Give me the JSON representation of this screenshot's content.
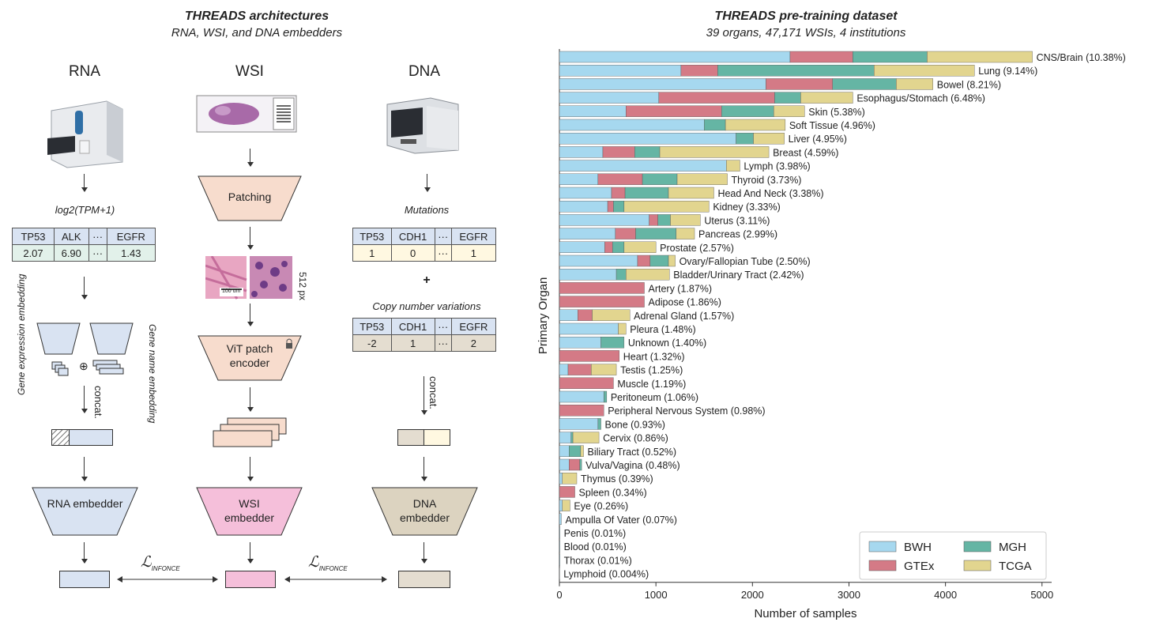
{
  "left": {
    "title": "THREADS architectures",
    "subtitle": "RNA, WSI, and DNA embedders",
    "rna": {
      "header": "RNA",
      "transform_label": "log2(TPM+1)",
      "table_headers": [
        "TP53",
        "ALK",
        "···",
        "EGFR"
      ],
      "table_values": [
        "2.07",
        "6.90",
        "···",
        "1.43"
      ],
      "gene_expr_label": "Gene expression embedding",
      "gene_name_label": "Gene name embedding",
      "plus_symbol": "⊕",
      "concat_label": "concat.",
      "embedder_label": "RNA embedder"
    },
    "wsi": {
      "header": "WSI",
      "patching_label": "Patching",
      "scale_label": "100 um",
      "px_label": "512 px",
      "encoder_label": "ViT patch encoder",
      "embedder_label": "WSI embedder"
    },
    "dna": {
      "header": "DNA",
      "mutations_label": "Mutations",
      "mut_headers": [
        "TP53",
        "CDH1",
        "···",
        "EGFR"
      ],
      "mut_values": [
        "1",
        "0",
        "···",
        "1"
      ],
      "plus": "+",
      "cnv_label": "Copy number variations",
      "cnv_headers": [
        "TP53",
        "CDH1",
        "···",
        "EGFR"
      ],
      "cnv_values": [
        "-2",
        "1",
        "···",
        "2"
      ],
      "concat_label": "concat.",
      "embedder_label": "DNA embedder"
    },
    "loss_label": "ℒ",
    "loss_sub": "INFONCE"
  },
  "chart_data": {
    "type": "bar",
    "orientation": "horizontal",
    "stacked": true,
    "title": "THREADS pre-training dataset",
    "subtitle": "39 organs, 47,171 WSIs, 4 institutions",
    "xlabel": "Number of samples",
    "ylabel": "Primary Organ",
    "xlim": [
      0,
      5100
    ],
    "xticks": [
      0,
      1000,
      2000,
      3000,
      4000,
      5000
    ],
    "legend_position": "bottom-right",
    "colors": {
      "BWH": "#a6d8ef",
      "GTEx": "#d47a86",
      "MGH": "#65b5a4",
      "TCGA": "#e2d58f"
    },
    "legend_order": [
      "BWH",
      "MGH",
      "GTEx",
      "TCGA"
    ],
    "categories": [
      "CNS/Brain (10.38%)",
      "Lung (9.14%)",
      "Bowel (8.21%)",
      "Esophagus/Stomach (6.48%)",
      "Skin (5.38%)",
      "Soft Tissue (4.96%)",
      "Liver (4.95%)",
      "Breast (4.59%)",
      "Lymph (3.98%)",
      "Thyroid (3.73%)",
      "Head And Neck (3.38%)",
      "Kidney (3.33%)",
      "Uterus (3.11%)",
      "Pancreas (2.99%)",
      "Prostate (2.57%)",
      "Ovary/Fallopian Tube (2.50%)",
      "Bladder/Urinary Tract (2.42%)",
      "Artery (1.87%)",
      "Adipose (1.86%)",
      "Adrenal Gland (1.57%)",
      "Pleura (1.48%)",
      "Unknown (1.40%)",
      "Heart (1.32%)",
      "Testis (1.25%)",
      "Muscle (1.19%)",
      "Peritoneum (1.06%)",
      "Peripheral Nervous System (0.98%)",
      "Bone (0.93%)",
      "Cervix (0.86%)",
      "Biliary Tract (0.52%)",
      "Vulva/Vagina (0.48%)",
      "Thymus (0.39%)",
      "Spleen (0.34%)",
      "Eye (0.26%)",
      "Ampulla Of Vater (0.07%)",
      "Penis (0.01%)",
      "Blood (0.01%)",
      "Thorax (0.01%)",
      "Lymphoid (0.004%)"
    ],
    "series": [
      {
        "name": "BWH",
        "values": [
          2390,
          1260,
          2140,
          1030,
          690,
          1500,
          1830,
          450,
          1730,
          400,
          540,
          500,
          930,
          580,
          470,
          810,
          590,
          0,
          0,
          190,
          610,
          430,
          0,
          90,
          0,
          460,
          0,
          400,
          120,
          100,
          100,
          30,
          0,
          30,
          20,
          5,
          5,
          5,
          2
        ]
      },
      {
        "name": "GTEx",
        "values": [
          650,
          380,
          690,
          1200,
          990,
          0,
          0,
          330,
          0,
          460,
          140,
          60,
          90,
          210,
          80,
          130,
          0,
          880,
          880,
          150,
          0,
          0,
          620,
          240,
          560,
          0,
          460,
          0,
          0,
          0,
          110,
          0,
          160,
          0,
          0,
          0,
          0,
          0,
          0
        ]
      },
      {
        "name": "MGH",
        "values": [
          770,
          1620,
          660,
          270,
          540,
          220,
          180,
          260,
          0,
          360,
          450,
          110,
          130,
          420,
          120,
          190,
          100,
          0,
          0,
          0,
          0,
          240,
          0,
          0,
          0,
          30,
          0,
          30,
          20,
          120,
          20,
          0,
          0,
          0,
          0,
          0,
          0,
          0,
          0
        ]
      },
      {
        "name": "TCGA",
        "values": [
          1090,
          1040,
          380,
          540,
          320,
          620,
          320,
          1130,
          140,
          520,
          470,
          880,
          310,
          190,
          330,
          70,
          450,
          0,
          0,
          390,
          80,
          0,
          0,
          260,
          0,
          0,
          0,
          0,
          270,
          30,
          0,
          150,
          0,
          80,
          0,
          0,
          0,
          0,
          0
        ]
      }
    ]
  }
}
